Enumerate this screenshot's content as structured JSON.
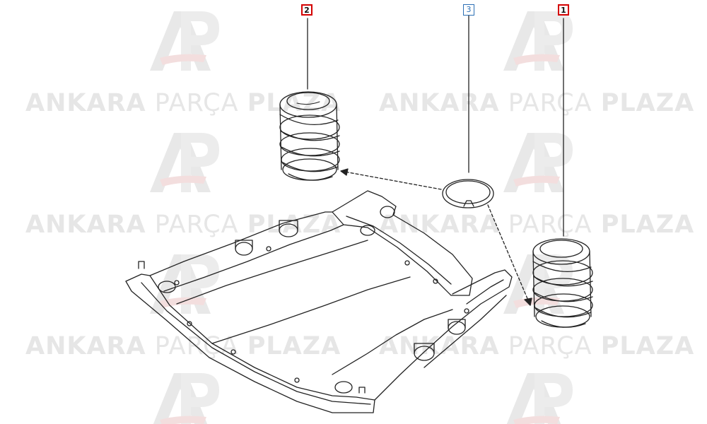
{
  "watermark": {
    "brand_bold_1": "ANKARA",
    "brand_light": "PARÇA",
    "brand_bold_2": "PLAZA",
    "logo_icon": "ap-logo-icon",
    "text_color": "#e6e6e6",
    "logo_color": "#e9e9e9"
  },
  "callouts": [
    {
      "id": "2",
      "label": "2",
      "part": "left-coil-spring",
      "style": "red-box"
    },
    {
      "id": "3",
      "label": "3",
      "part": "spring-seat-ring",
      "style": "blue-box"
    },
    {
      "id": "1",
      "label": "1",
      "part": "right-coil-spring",
      "style": "red-box"
    }
  ],
  "colors": {
    "line": "#222222",
    "callout_red": "#d40000",
    "callout_blue": "#2b6fb5"
  }
}
